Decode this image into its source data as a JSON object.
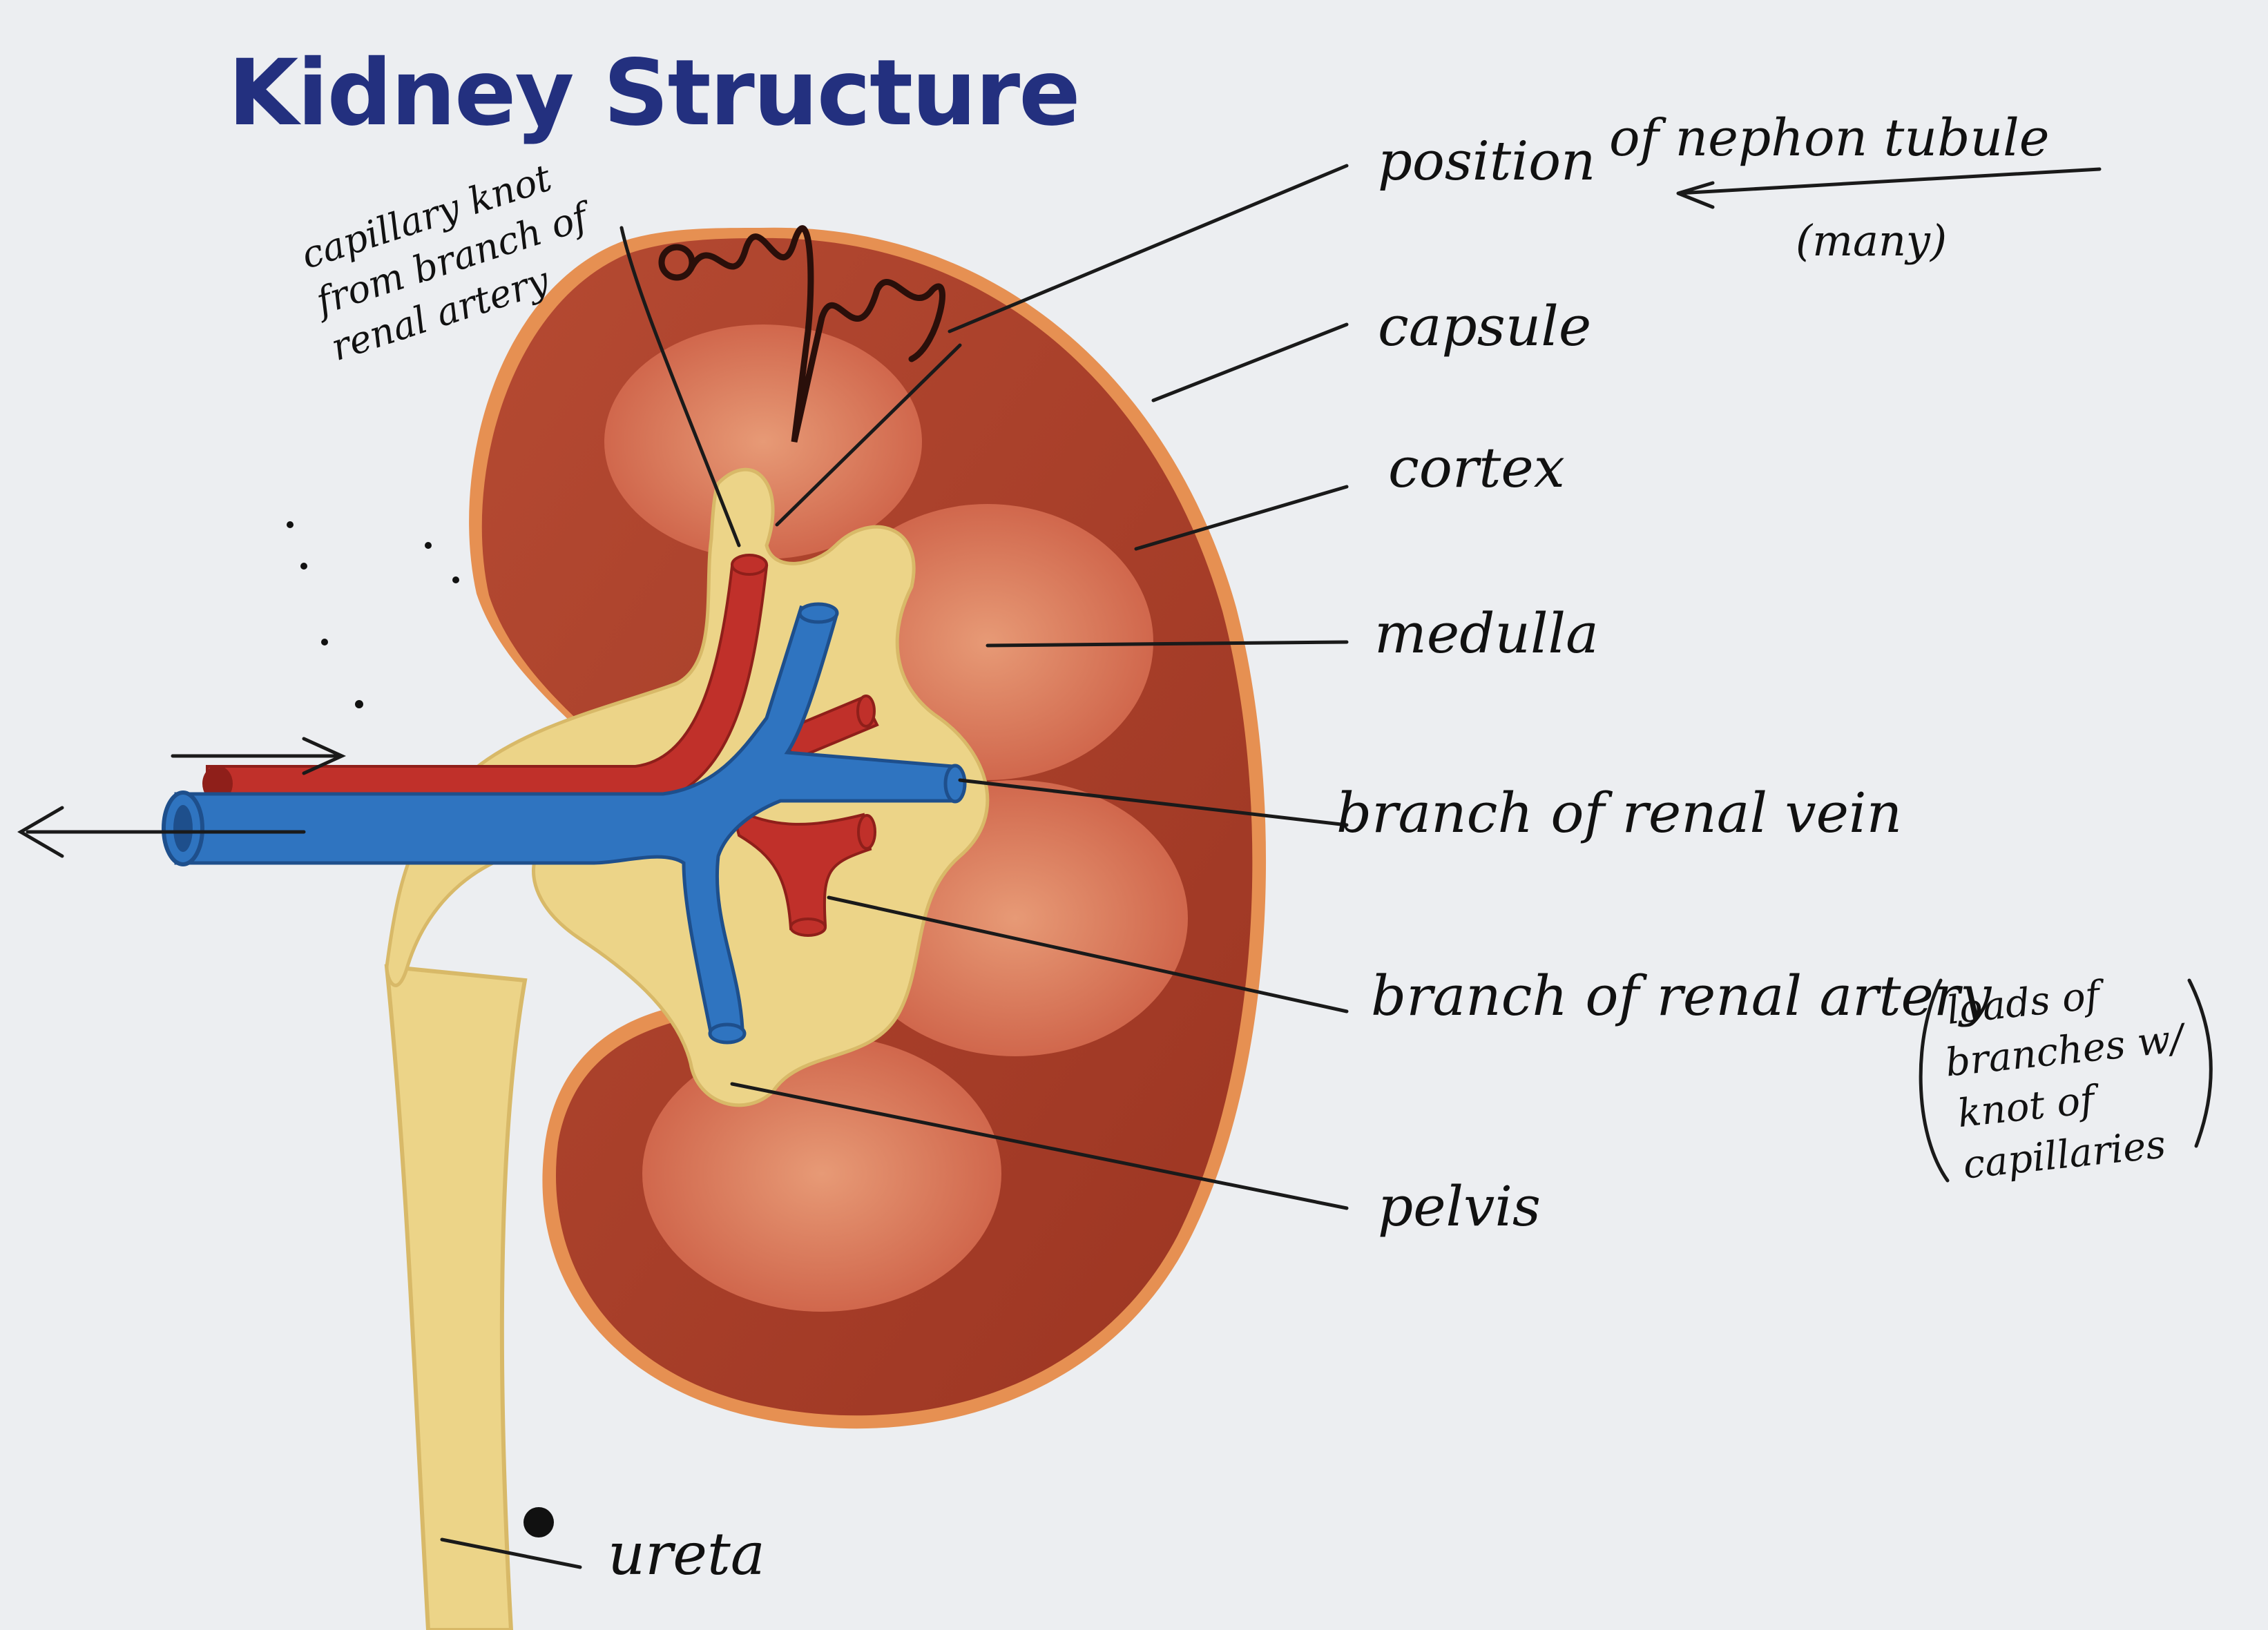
{
  "title": "Kidney Structure",
  "labels": {
    "nephron": "position",
    "nephron_extra": "of nephon tubule",
    "nephron_note": "(many)",
    "capsule": "capsule",
    "cortex": "cortex",
    "medulla": "medulla",
    "renal_vein": "branch of renal vein",
    "renal_artery": "branch of renal artery",
    "pelvis": "pelvis",
    "ureter": "ureta"
  },
  "annotations": {
    "capillary_knot": [
      "capillary knot",
      "from branch of",
      "renal artery"
    ],
    "artery_note": [
      "loads of",
      "branches w/",
      "knot of",
      "capillaries"
    ]
  },
  "colors": {
    "title": "#23307f",
    "cortex": "#a8402b",
    "medulla": "#d9785a",
    "pelvis": "#ecd488",
    "artery": "#c0302a",
    "vein": "#2f74c0",
    "capsule": "#e38a4c",
    "paper": "#ecedf0"
  }
}
